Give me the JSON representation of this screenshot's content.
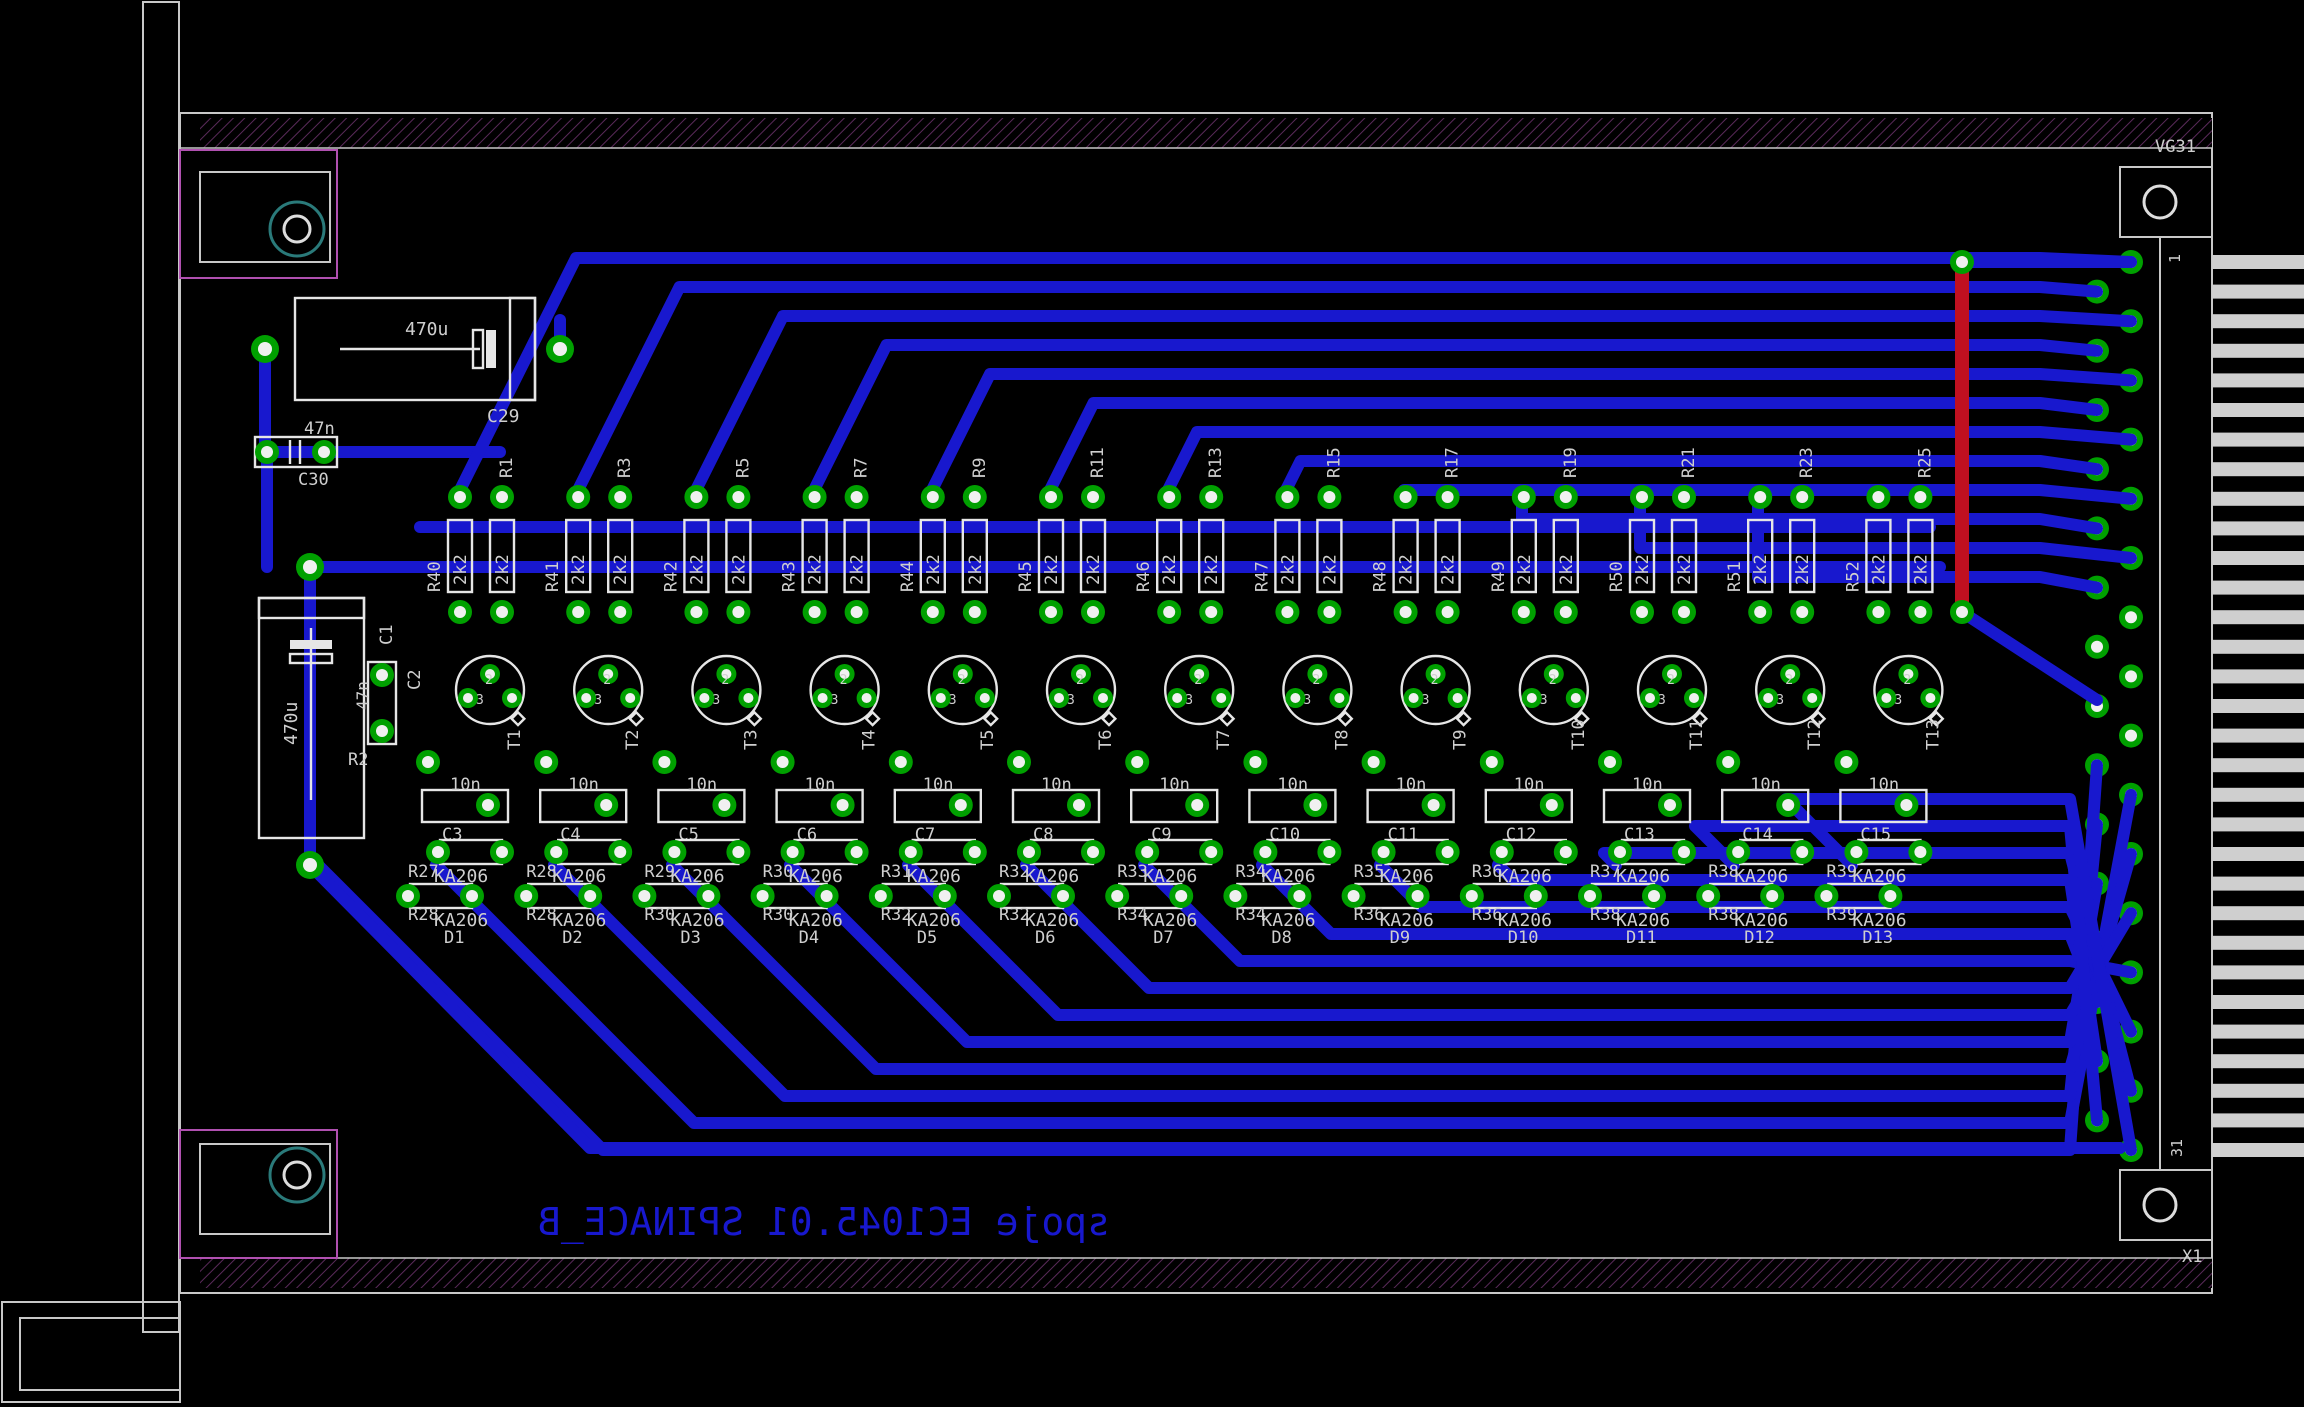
{
  "board": {
    "text_mirrored": "spoje EC1045.01 SPINACE_B",
    "connector": {
      "name": "X1",
      "value": "VG31",
      "pin_first": "1",
      "pin_last": "31"
    }
  },
  "capacitors": {
    "c29": {
      "name": "C29",
      "value": "470u"
    },
    "c30": {
      "name": "C30",
      "value": "47n"
    },
    "c1": {
      "name": "C1",
      "value": "470u"
    },
    "c2": {
      "name": "C2",
      "value": "47n"
    }
  },
  "channels": [
    {
      "r_top": "R1",
      "r_mid": "R40",
      "t": "T1",
      "c": "C3",
      "d": "D1",
      "r_low": "R27",
      "r_bot": "R28"
    },
    {
      "r_top": "R3",
      "r_mid": "R41",
      "t": "T2",
      "c": "C4",
      "d": "D2",
      "r_low": "R28",
      "r_bot": "R28"
    },
    {
      "r_top": "R5",
      "r_mid": "R42",
      "t": "T3",
      "c": "C5",
      "d": "D3",
      "r_low": "R29",
      "r_bot": "R30"
    },
    {
      "r_top": "R7",
      "r_mid": "R43",
      "t": "T4",
      "c": "C6",
      "d": "D4",
      "r_low": "R30",
      "r_bot": "R30"
    },
    {
      "r_top": "R9",
      "r_mid": "R44",
      "t": "T5",
      "c": "C7",
      "d": "D5",
      "r_low": "R31",
      "r_bot": "R32"
    },
    {
      "r_top": "R11",
      "r_mid": "R45",
      "t": "T6",
      "c": "C8",
      "d": "D6",
      "r_low": "R32",
      "r_bot": "R32"
    },
    {
      "r_top": "R13",
      "r_mid": "R46",
      "t": "T7",
      "c": "C9",
      "d": "D7",
      "r_low": "R33",
      "r_bot": "R34"
    },
    {
      "r_top": "R15",
      "r_mid": "R47",
      "t": "T8",
      "c": "C10",
      "d": "D8",
      "r_low": "R34",
      "r_bot": "R34"
    },
    {
      "r_top": "R17",
      "r_mid": "R48",
      "t": "T9",
      "c": "C11",
      "d": "D9",
      "r_low": "R35",
      "r_bot": "R36"
    },
    {
      "r_top": "R19",
      "r_mid": "R49",
      "t": "T10",
      "c": "C12",
      "d": "D10",
      "r_low": "R36",
      "r_bot": "R36"
    },
    {
      "r_top": "R21",
      "r_mid": "R50",
      "t": "T11",
      "c": "C13",
      "d": "D11",
      "r_low": "R37",
      "r_bot": "R38"
    },
    {
      "r_top": "R23",
      "r_mid": "R51",
      "t": "T12",
      "c": "C14",
      "d": "D12",
      "r_low": "R38",
      "r_bot": "R38"
    },
    {
      "r_top": "R25",
      "r_mid": "R52",
      "t": "T13",
      "c": "C15",
      "d": "D13",
      "r_low": "R39",
      "r_bot": "R39"
    }
  ],
  "values": {
    "resistor": "2k2",
    "transistor_pin2": "2",
    "transistor_pin3": "3",
    "cap": "10n",
    "diode": "KA206",
    "r2_label": "R2"
  }
}
